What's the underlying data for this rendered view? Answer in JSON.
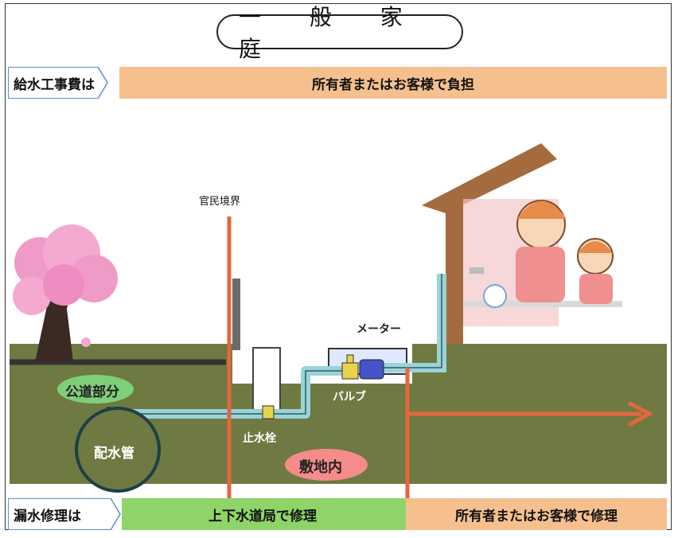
{
  "title": "一 般 家 庭",
  "construction_band": {
    "label": "給水工事費は",
    "text": "所有者またはお客様で負担",
    "color": "#F6C08E"
  },
  "leak_band": {
    "label": "漏水修理は",
    "city_text": "上下水道局で修理",
    "owner_text": "所有者またはお客様で修理",
    "city_color": "#8FD468",
    "owner_color": "#F6C08E"
  },
  "diagram": {
    "boundary_label": "官民境界",
    "public_road_label": "公道部分",
    "main_pipe_label": "配水管",
    "stop_valve_label": "止水栓",
    "meter_label": "メーター",
    "valve_label": "バルブ",
    "premises_label": "敷地内"
  }
}
